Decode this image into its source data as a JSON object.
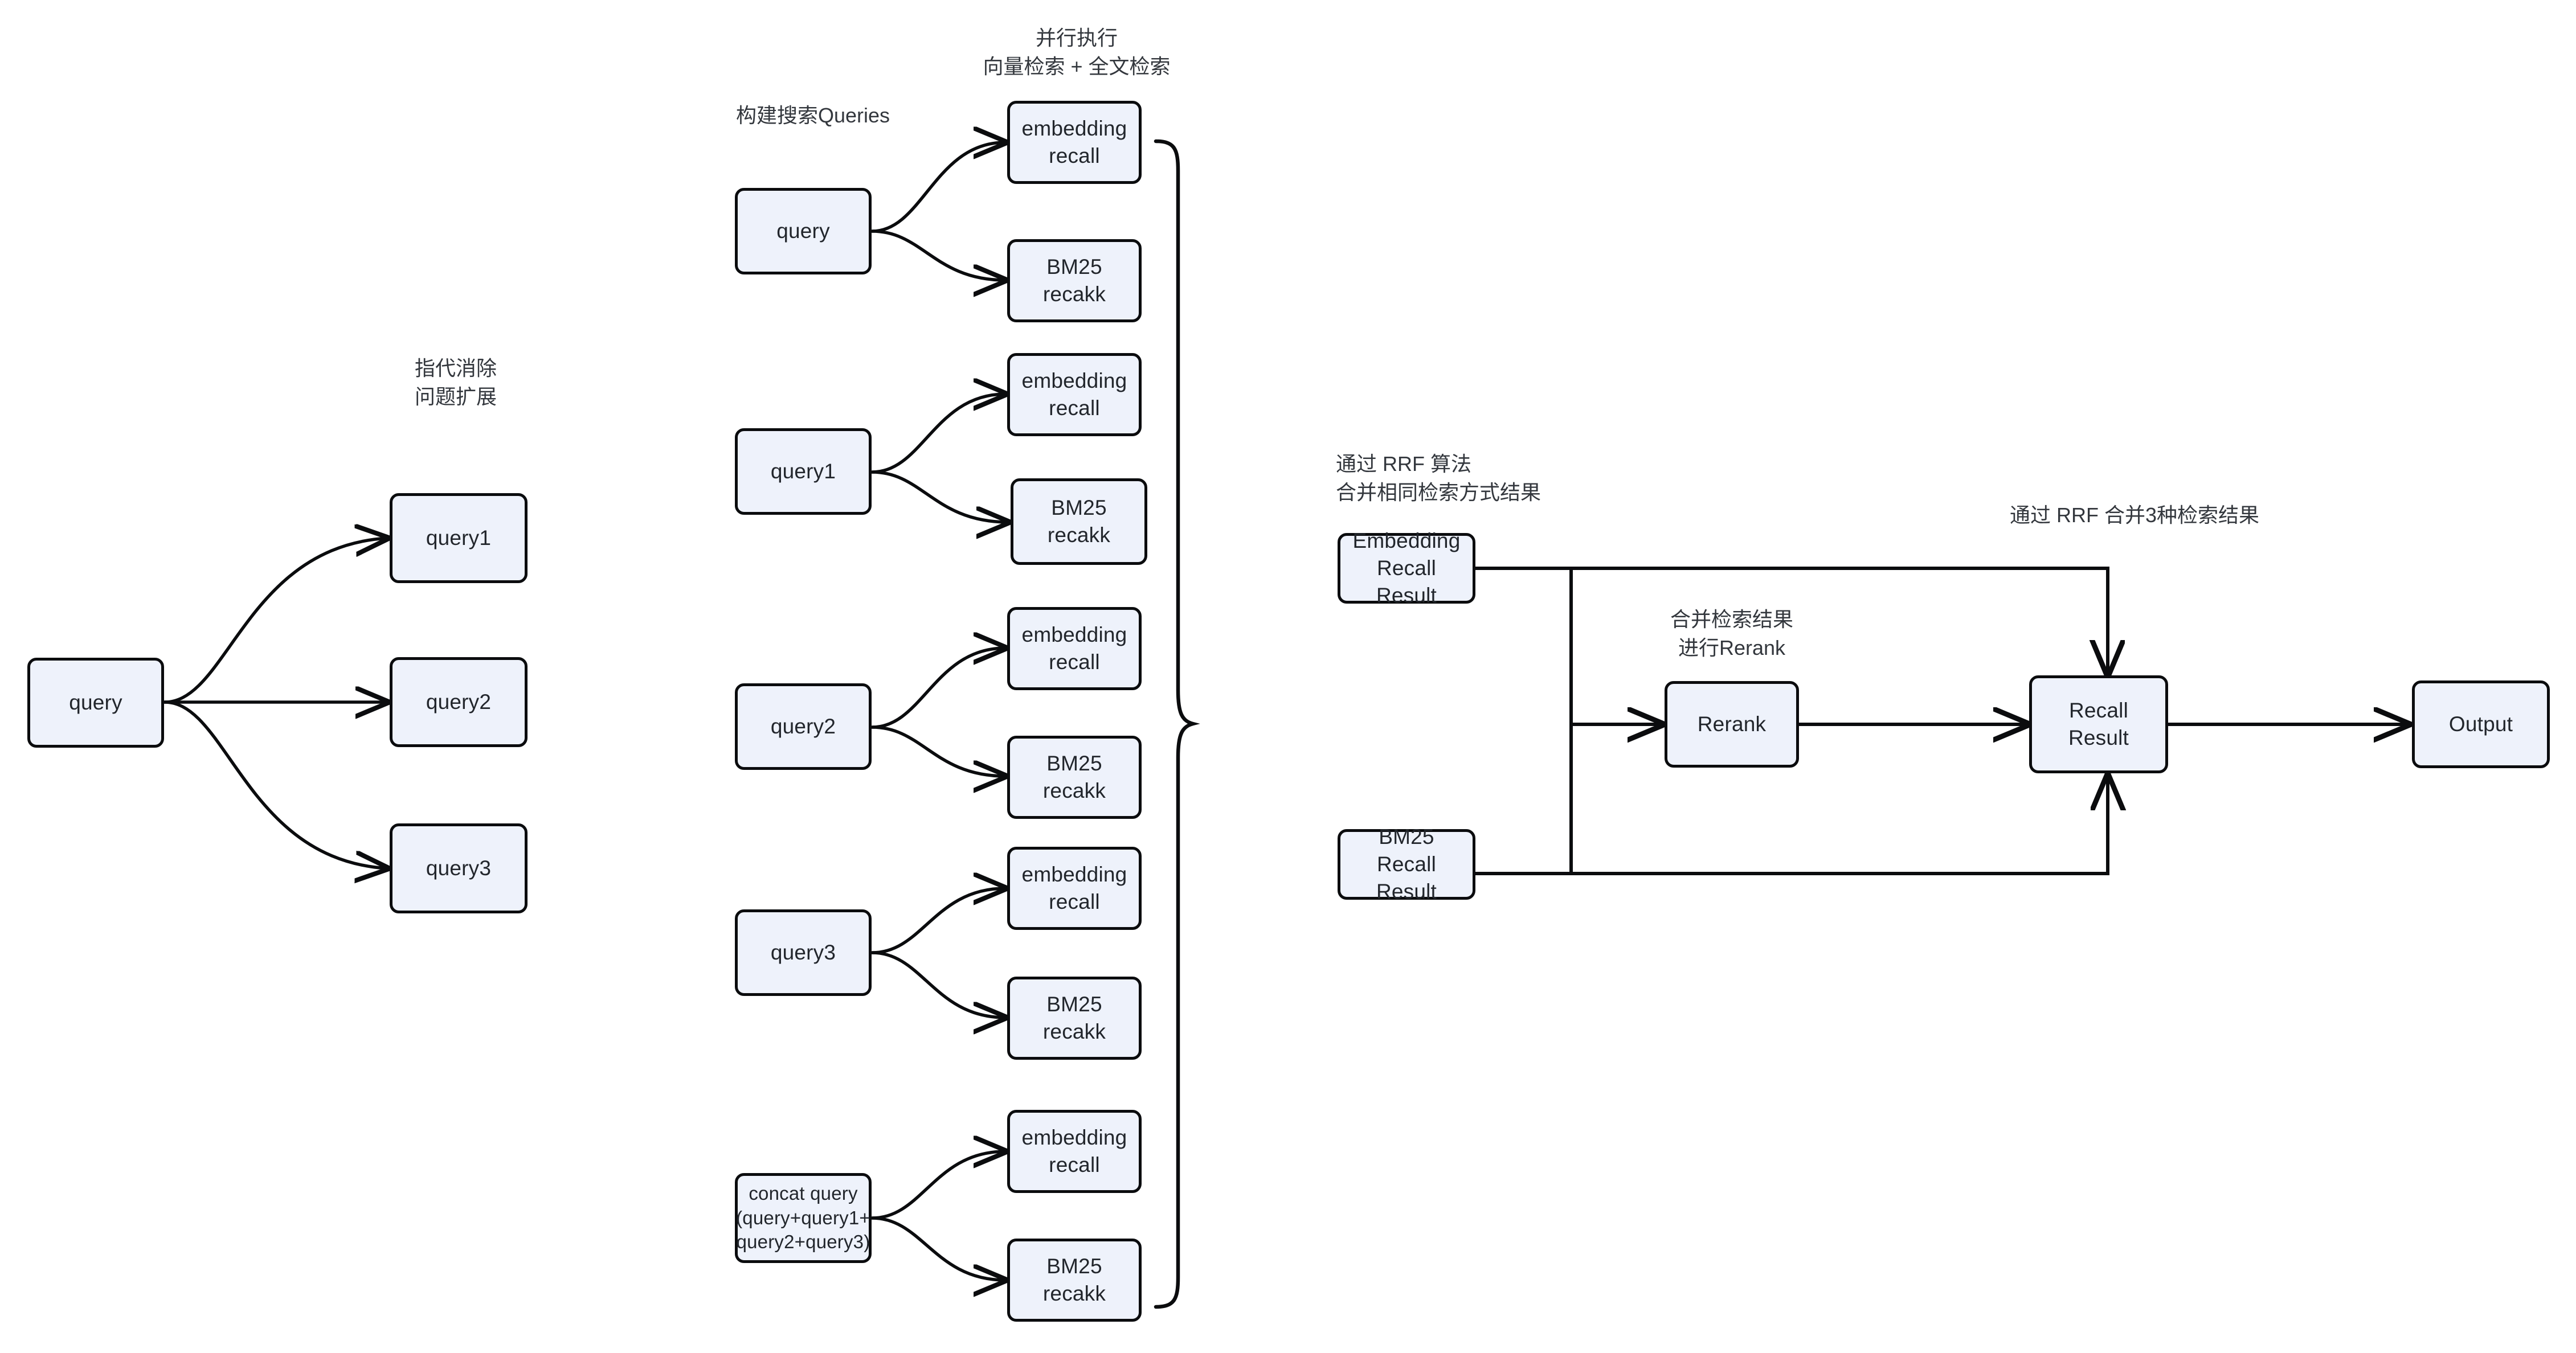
{
  "diagram": {
    "title_hidden": "RAG hybrid retrieval pipeline",
    "palette": {
      "node_fill": "#eef2fb",
      "node_stroke": "#0b0c0e",
      "text": "#22262c",
      "note_text": "#33373d",
      "background": "#ffffff"
    }
  },
  "notes": {
    "coref_expansion": "指代消除\n问题扩展",
    "build_queries": "构建搜索Queries",
    "parallel_exec": "并行执行\n向量检索 + 全文检索",
    "rrf_same_mode": "通过 RRF 算法\n合并相同检索方式结果",
    "merge_rerank": "合并检索结果\n进行Rerank",
    "rrf_three": "通过 RRF 合并3种检索结果"
  },
  "stage1": {
    "source": "query",
    "expansions": [
      "query1",
      "query2",
      "query3"
    ]
  },
  "stage2": {
    "rows": [
      {
        "source": "query",
        "embedding": "embedding\nrecall",
        "bm25": "BM25\nrecakk"
      },
      {
        "source": "query1",
        "embedding": "embedding\nrecall",
        "bm25": "BM25\nrecakk"
      },
      {
        "source": "query2",
        "embedding": "embedding\nrecall",
        "bm25": "BM25\nrecakk"
      },
      {
        "source": "query3",
        "embedding": "embedding\nrecall",
        "bm25": "BM25\nrecakk"
      },
      {
        "source": "concat query\n(query+query1+\nquery2+query3)",
        "embedding": "embedding\nrecall",
        "bm25": "BM25\nrecakk"
      }
    ]
  },
  "stage3": {
    "embedding_recall_result": "Embedding\nRecall\nResult",
    "bm25_recall_result": "BM25\nRecall\nResult",
    "rerank": "Rerank",
    "recall_result": "Recall\nResult",
    "output": "Output"
  }
}
